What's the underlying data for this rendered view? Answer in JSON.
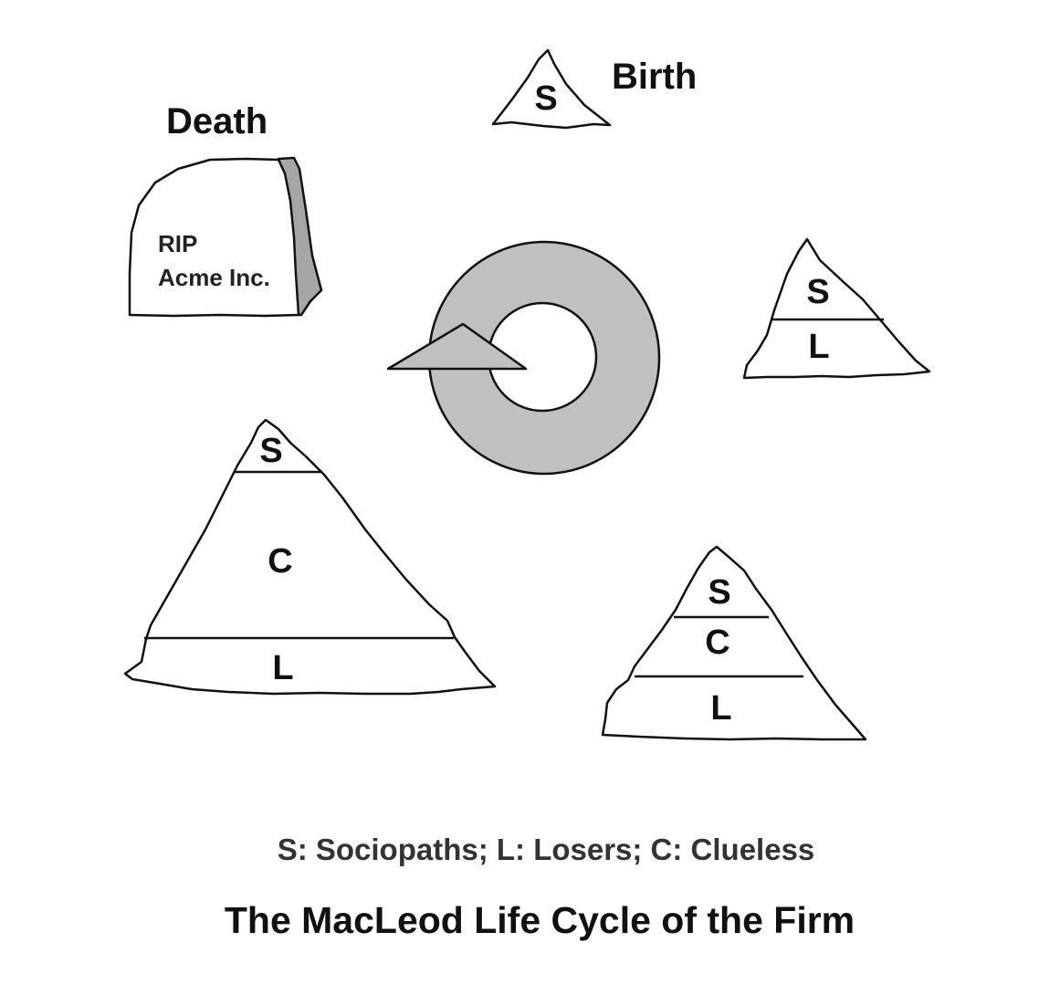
{
  "diagram": {
    "stages": {
      "birth": {
        "label": "Birth",
        "layers": [
          "S"
        ]
      },
      "growth": {
        "layers": [
          "S",
          "L"
        ]
      },
      "maturity": {
        "layers": [
          "S",
          "C",
          "L"
        ]
      },
      "decline": {
        "layers": [
          "S",
          "C",
          "L"
        ]
      },
      "death": {
        "label": "Death",
        "epitaph_line1": "RIP",
        "epitaph_line2": "Acme Inc."
      }
    },
    "legend": "S: Sociopaths; L: Losers; C: Clueless",
    "title": "The MacLeod Life Cycle of the Firm"
  },
  "colors": {
    "ink": "#111111",
    "arrow_fill": "#c0c0c0",
    "tombstone_shade": "#a6a6a6",
    "background": "#ffffff"
  },
  "icons": {
    "cycle": "circular-arrow-icon",
    "tombstone": "tombstone-icon"
  }
}
